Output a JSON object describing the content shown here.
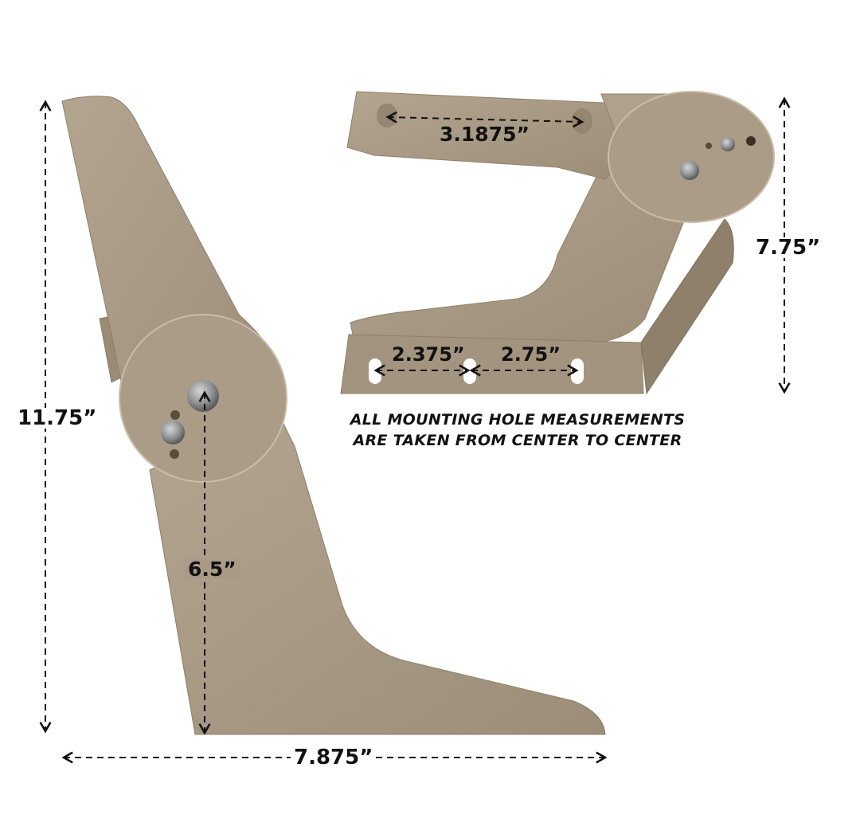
{
  "colors": {
    "metal": "#a99a86",
    "metal_shadow": "#8d7f6c",
    "metal_highlight": "#c4b7a3",
    "hardware": "#8a8c8e",
    "ink": "#111111",
    "background": "#ffffff"
  },
  "left_bracket": {
    "dimensions": {
      "overall_height": "11.75”",
      "pivot_height": "6.5”",
      "overall_width": "7.875”"
    }
  },
  "right_bracket": {
    "dimensions": {
      "top_hole_spacing": "3.1875”",
      "overall_height": "7.75”",
      "bottom_hole_spacing_left": "2.375”",
      "bottom_hole_spacing_right": "2.75”"
    }
  },
  "note": {
    "line1": "ALL MOUNTING HOLE MEASUREMENTS",
    "line2": "ARE TAKEN FROM CENTER TO CENTER"
  }
}
